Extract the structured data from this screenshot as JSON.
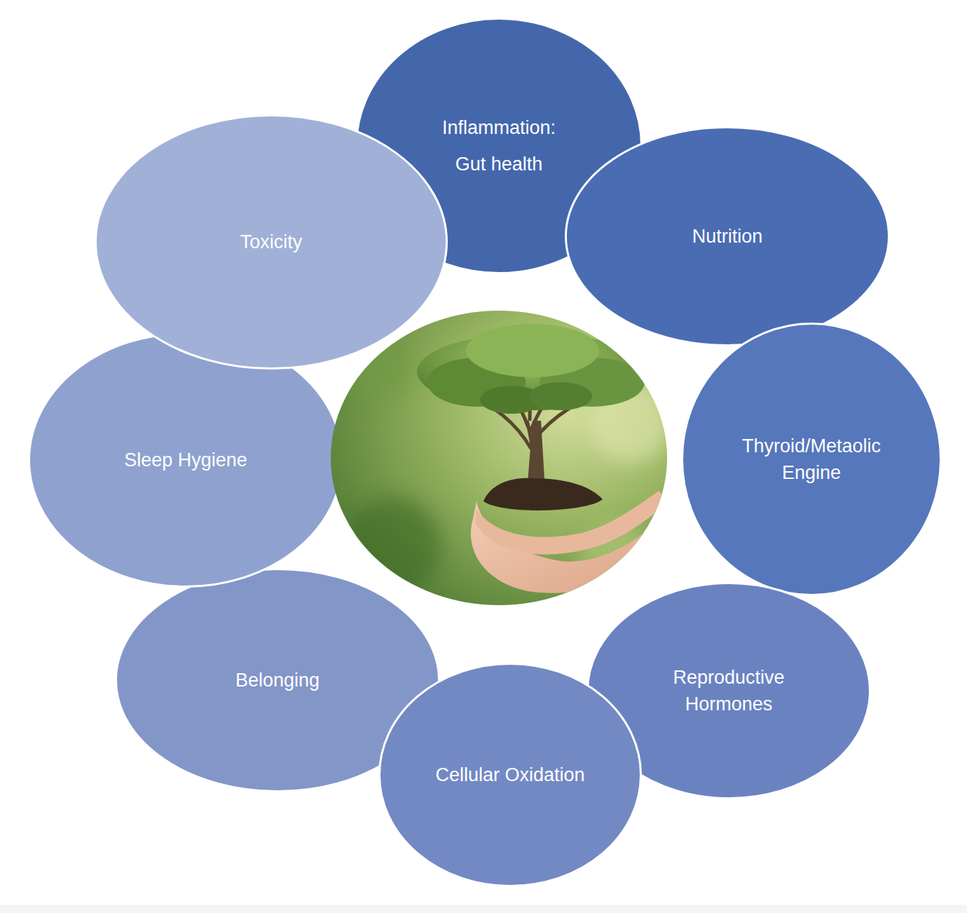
{
  "diagram": {
    "nodes": [
      {
        "text": [
          "Inflammation: Gut health"
        ]
      },
      {
        "text": [
          "Nutrition"
        ]
      },
      {
        "text": [
          "Thyroid/Metaolic Engine"
        ]
      },
      {
        "text": [
          "Reproductive Hormones"
        ]
      },
      {
        "text": [
          "Cellular Oxidation"
        ]
      },
      {
        "text": [
          "Belonging"
        ]
      },
      {
        "text": [
          "Sleep Hygiene"
        ]
      },
      {
        "text": [
          "Toxicity"
        ]
      }
    ]
  }
}
